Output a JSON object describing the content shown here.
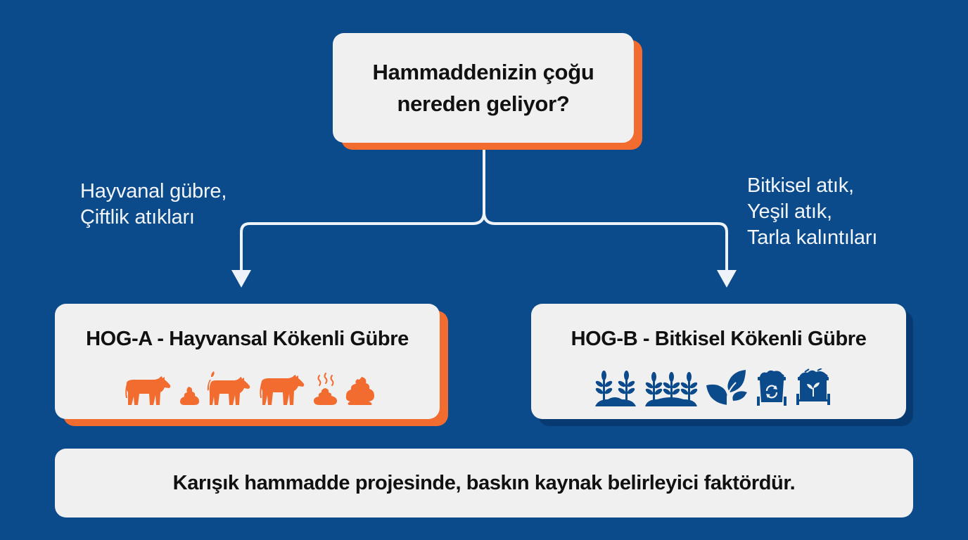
{
  "colors": {
    "background": "#0b4a8b",
    "card": "#f0f0f0",
    "accent_orange": "#f26b2f",
    "accent_blue": "#0b4a8b",
    "text_dark": "#111111",
    "text_light": "#f2f6fb"
  },
  "question": {
    "line1": "Hammaddenizin çoğu",
    "line2": "nereden geliyor?"
  },
  "branches": {
    "left": {
      "lines": [
        "Hayvanal gübre,",
        "Çiftlik atıkları"
      ]
    },
    "right": {
      "lines": [
        "Bitkisel atık,",
        "Yeşil atık,",
        "Tarla kalıntıları"
      ]
    }
  },
  "outcomes": {
    "a": {
      "title": "HOG-A - Hayvansal Kökenli Gübre",
      "icons": [
        "cow-icon",
        "manure-icon",
        "cow-icon",
        "cow-icon",
        "steaming-manure-icon",
        "manure-icon"
      ]
    },
    "b": {
      "title": "HOG-B - Bitkisel Kökenli Gübre",
      "icons": [
        "crop-plants-icon",
        "crop-field-icon",
        "leaf-icon",
        "compost-bin-icon",
        "green-waste-cart-icon"
      ]
    }
  },
  "footer": {
    "text": "Karışık hammadde projesinde, baskın kaynak belirleyici faktördür."
  }
}
